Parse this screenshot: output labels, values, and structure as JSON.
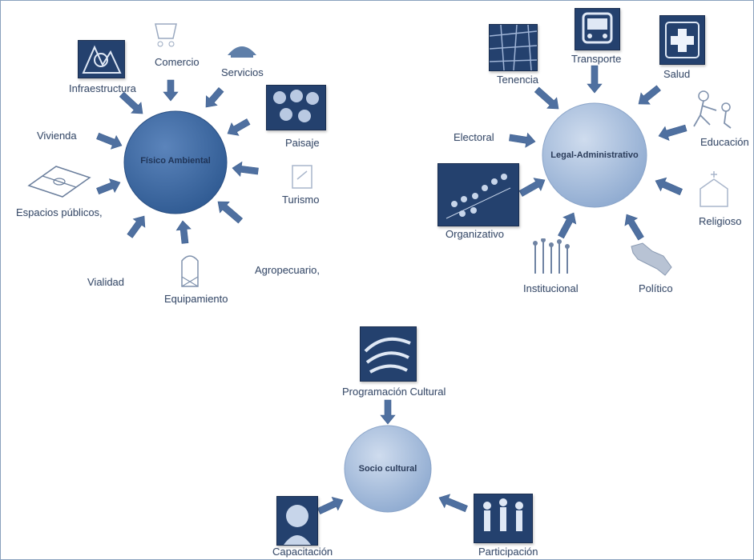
{
  "fisico": {
    "hub": "Físico Ambiental",
    "infraestructura": "Infraestructura",
    "comercio": "Comercio",
    "servicios": "Servicios",
    "paisaje": "Paisaje",
    "vivienda": "Vivienda",
    "turismo": "Turismo",
    "espacios": "Espacios públicos,",
    "vialidad": "Vialidad",
    "equipamiento": "Equipamiento",
    "agropecuario": "Agropecuario,"
  },
  "legal": {
    "hub": "Legal-Administrativo",
    "tenencia": "Tenencia",
    "transporte": "Transporte",
    "salud": "Salud",
    "electoral": "Electoral",
    "educacion": "Educación",
    "organizativo": "Organizativo",
    "religioso": "Religioso",
    "institucional": "Institucional",
    "politico": "Político"
  },
  "socio": {
    "hub": "Socio cultural",
    "programacion": "Programación Cultural",
    "capacitacion": "Capacitación",
    "participacion": "Participación"
  },
  "colors": {
    "hub_dark": "#3f6aa3",
    "hub_light": "#a9c1df",
    "arrow": "#4f70a0",
    "icon_box": "#24416e",
    "label": "#3d4e6a"
  }
}
